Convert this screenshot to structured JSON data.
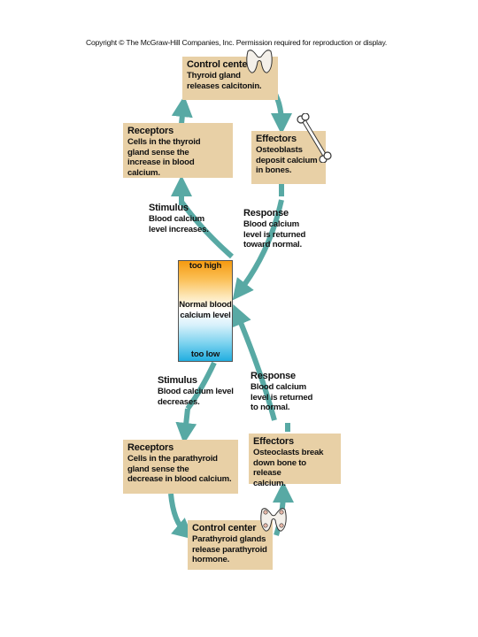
{
  "copyright": "Copyright © The McGraw-Hill Companies, Inc. Permission required for reproduction or display.",
  "colors": {
    "box": "#e8d0a6",
    "arrow": "#58a9a4",
    "high": "#f59a10",
    "low": "#22aee0"
  },
  "top_loop": {
    "control_center": {
      "title": "Control center",
      "text": [
        "Thyroid gland",
        "releases calcitonin."
      ]
    },
    "effectors": {
      "title": "Effectors",
      "text": [
        "Osteoblasts",
        "deposit calcium",
        "in bones."
      ]
    },
    "receptors": {
      "title": "Receptors",
      "text": [
        "Cells in the thyroid",
        "gland sense the",
        "increase in blood calcium."
      ]
    },
    "stimulus": {
      "title": "Stimulus",
      "text": "Blood calcium\nlevel increases."
    },
    "response": {
      "title": "Response",
      "text": "Blood calcium\nlevel is returned\ntoward normal."
    }
  },
  "gauge": {
    "high": "too high",
    "normal": [
      "Normal blood",
      "calcium level"
    ],
    "low": "too low"
  },
  "bottom_loop": {
    "stimulus": {
      "title": "Stimulus",
      "text": "Blood calcium level\ndecreases."
    },
    "response": {
      "title": "Response",
      "text": "Blood calcium\nlevel is returned\nto normal."
    },
    "receptors": {
      "title": "Receptors",
      "text": [
        "Cells in the parathyroid",
        "gland sense the",
        "decrease in blood calcium."
      ]
    },
    "effectors": {
      "title": "Effectors",
      "text": [
        "Osteoclasts break",
        "down bone to release",
        "calcium."
      ]
    },
    "control_center": {
      "title": "Control center",
      "text": [
        "Parathyroid glands",
        "release parathyroid",
        "hormone."
      ]
    }
  },
  "icons": [
    "thyroid-gland-icon",
    "bone-icon",
    "parathyroid-gland-icon"
  ]
}
